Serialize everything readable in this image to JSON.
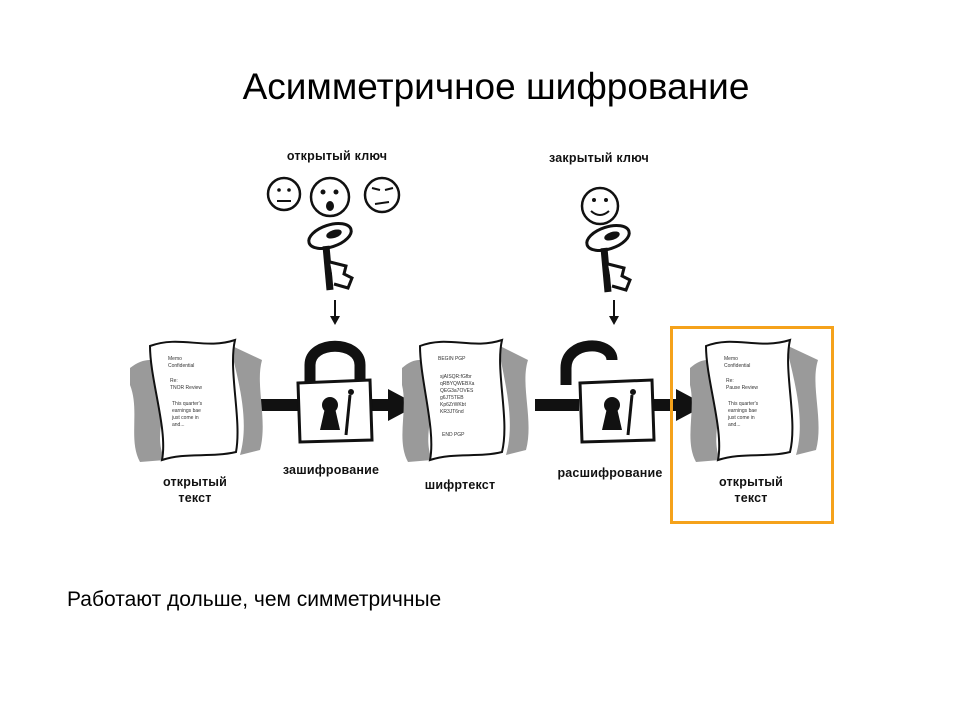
{
  "slide": {
    "title": "Асимметричное шифрование",
    "caption": "Работают дольше, чем симметричные"
  },
  "diagram": {
    "public_key_label": "открытый ключ",
    "private_key_label": "закрытый ключ",
    "encryption_label": "зашифрование",
    "decryption_label": "расшифрование",
    "plaintext_label_line1": "открытый",
    "plaintext_label_line2": "текст",
    "ciphertext_label": "шифртекст",
    "result_label_line1": "открытый",
    "result_label_line2": "текст",
    "highlight_color": "#f5a21b"
  }
}
